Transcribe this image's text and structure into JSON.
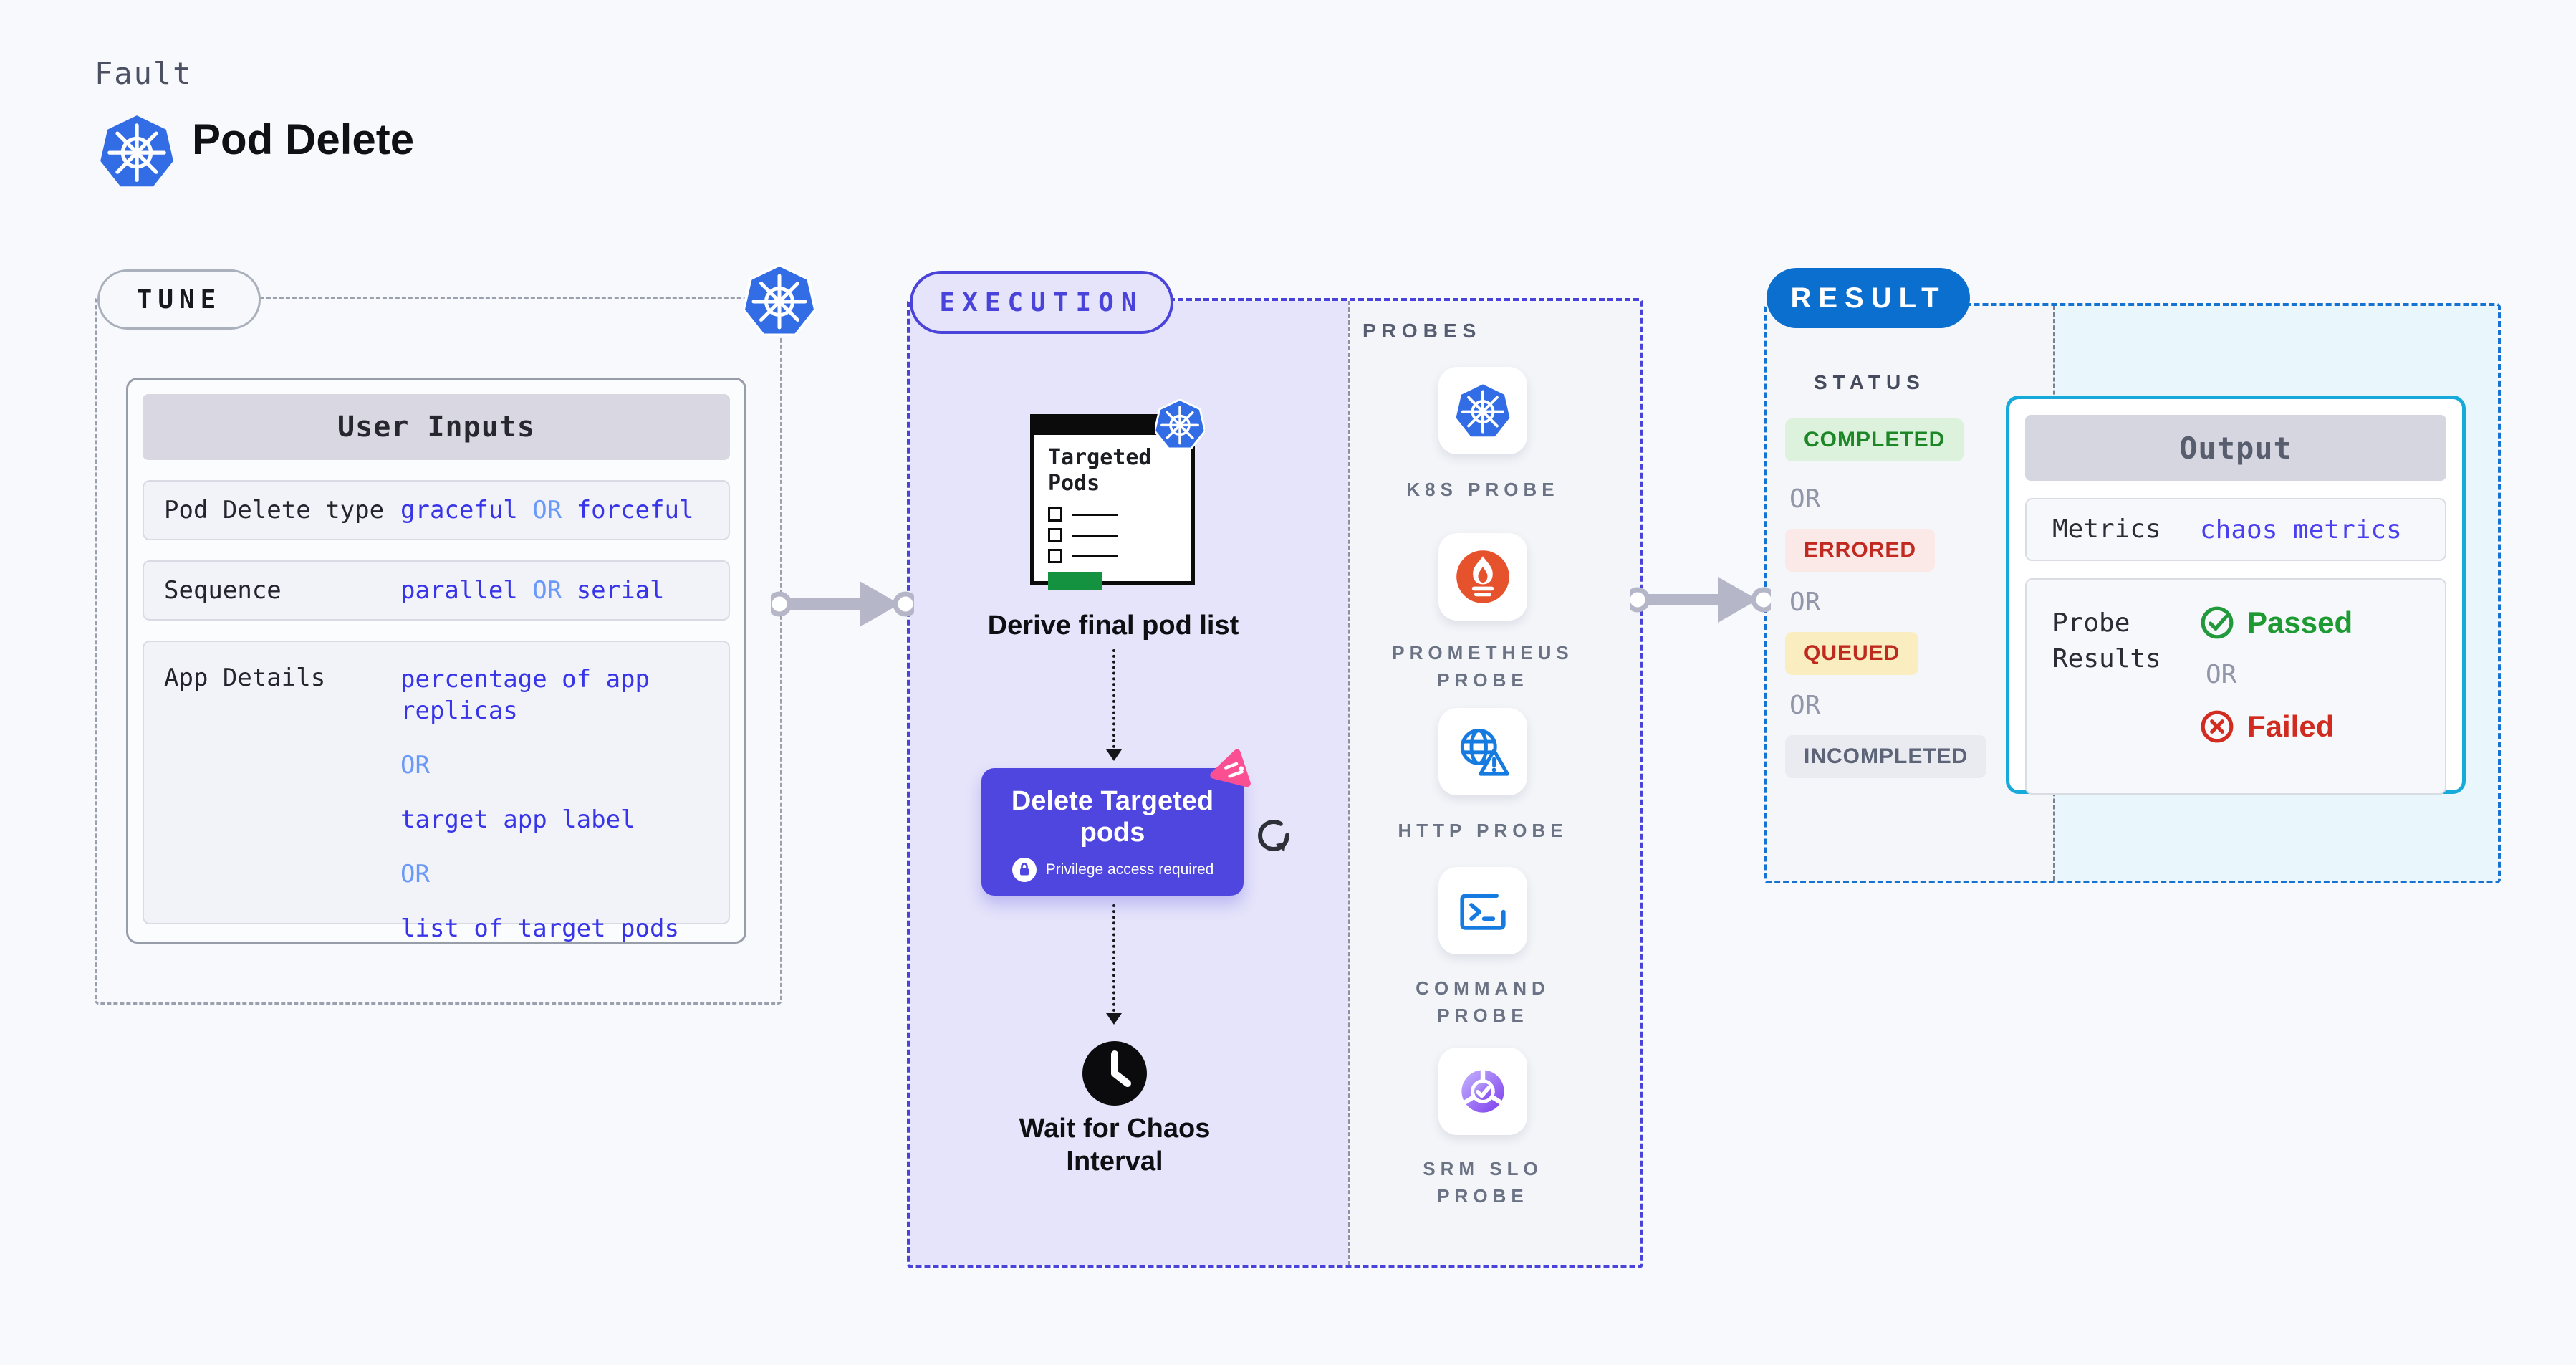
{
  "header": {
    "eyebrow": "Fault",
    "title": "Pod Delete"
  },
  "tune": {
    "badge": "TUNE",
    "inputs_header": "User Inputs",
    "row1": {
      "label": "Pod Delete type",
      "v1": "graceful",
      "or": "OR",
      "v2": "forceful"
    },
    "row2": {
      "label": "Sequence",
      "v1": "parallel",
      "or": "OR",
      "v2": "serial"
    },
    "row3": {
      "label": "App Details",
      "line1": "percentage of app replicas",
      "or1": "OR",
      "line2": "target app label",
      "or2": "OR",
      "line3": "list of target pods"
    }
  },
  "execution": {
    "badge": "EXECUTION",
    "targeted_pods_title": "Targeted\nPods",
    "derive_caption": "Derive final pod list",
    "delete_title": "Delete Targeted\npods",
    "privilege_note": "Privilege access required",
    "wait_caption": "Wait for Chaos\nInterval",
    "probes_header": "PROBES",
    "probes": [
      {
        "icon": "kubernetes-icon",
        "label": "K8S PROBE"
      },
      {
        "icon": "prometheus-icon",
        "label": "PROMETHEUS\nPROBE"
      },
      {
        "icon": "http-probe-icon",
        "label": "HTTP PROBE"
      },
      {
        "icon": "command-probe-icon",
        "label": "COMMAND\nPROBE"
      },
      {
        "icon": "srm-slo-probe-icon",
        "label": "SRM SLO\nPROBE"
      }
    ]
  },
  "result": {
    "badge": "RESULT",
    "status_header": "STATUS",
    "status": {
      "completed": "COMPLETED",
      "or1": "OR",
      "errored": "ERRORED",
      "or2": "OR",
      "queued": "QUEUED",
      "or3": "OR",
      "incompleted": "INCOMPLETED"
    },
    "output": {
      "header": "Output",
      "metrics_label": "Metrics",
      "metrics_value": "chaos metrics",
      "probe_results_label": "Probe\nResults",
      "passed": "Passed",
      "or": "OR",
      "failed": "Failed"
    }
  },
  "colors": {
    "accent_indigo": "#4a43d9",
    "value_blue": "#3835e8",
    "or_blue": "#6a99fa",
    "result_blue": "#0b6fd0",
    "output_border": "#16aadb",
    "success_green": "#1d9a32",
    "error_red": "#c02a20",
    "k8s_blue": "#326de6",
    "prometheus_orange": "#e6522c",
    "delete_card_indigo": "#4f46e0",
    "chaos_pink": "#fb4f93"
  }
}
